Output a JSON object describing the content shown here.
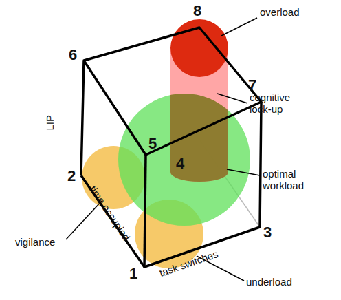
{
  "diagram": {
    "labels": [
      "8",
      "overload",
      "6",
      "7",
      "cognitive lock-up",
      "LIP",
      "5",
      "4",
      "optimal workload",
      "2",
      "time occupied",
      "vigilance",
      "3",
      "task switches",
      "1",
      "underload"
    ]
  }
}
